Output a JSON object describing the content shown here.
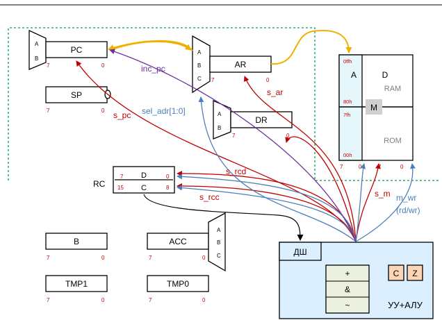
{
  "registers": {
    "pc": {
      "name": "PC",
      "lo": "7",
      "hi": "0",
      "mux_a": "A",
      "mux_b": "B"
    },
    "sp": {
      "name": "SP",
      "lo": "7",
      "hi": "0"
    },
    "ar": {
      "name": "AR",
      "lo": "7",
      "hi": "0",
      "mux_a": "A",
      "mux_b": "B",
      "mux_c": "C"
    },
    "dr": {
      "name": "DR",
      "lo": "7",
      "hi": "0",
      "mux_a": "A",
      "mux_b": "B"
    },
    "rc": {
      "name": "RC",
      "d": "D",
      "c": "C",
      "d_lo": "7",
      "d_hi": "0",
      "c_lo": "15",
      "c_hi": "8"
    },
    "b": {
      "name": "B",
      "lo": "7",
      "hi": "0"
    },
    "acc": {
      "name": "ACC",
      "lo": "7",
      "hi": "0",
      "mux_a": "A",
      "mux_b": "B",
      "mux_c": "C"
    },
    "tmp1": {
      "name": "TMP1",
      "lo": "7",
      "hi": "0"
    },
    "tmp0": {
      "name": "TMP0",
      "lo": "7",
      "hi": "0"
    }
  },
  "memory": {
    "a_label": "A",
    "d_label": "D",
    "m_label": "M",
    "ram": "RAM",
    "rom": "ROM",
    "addr_0ffh": "0ffh",
    "addr_80h": "80h",
    "addr_7fh": "7fh",
    "addr_00h": "00h",
    "a_lo": "7",
    "a_hi": "0",
    "d_lo": "7",
    "d_hi": "0"
  },
  "control_unit": {
    "decoder": "ДШ",
    "label": "УУ+АЛУ",
    "ops": [
      "+",
      "&",
      "~"
    ],
    "flag_c": "C",
    "flag_z": "Z"
  },
  "signals": {
    "inc_pc": "inc_pc",
    "sel_adr": "sel_adr[1:0]",
    "s_pc": "s_pc",
    "s_ar": "s_ar",
    "s_rcd": "s_rcd",
    "s_rcc": "s_rcc",
    "s_m": "s_m",
    "m_wr": "m_wr",
    "rd_wr": "(rd/wr)"
  },
  "colors": {
    "signal_red": "#c00000",
    "signal_blue": "#4a7ebb",
    "signal_purple": "#7030a0",
    "bus_orange": "#f0b000",
    "region_green": "#00a050",
    "cu_fill": "#dcefff",
    "flag_fill": "#fbd5b5",
    "memory_fill": "#e6f7fc",
    "m_fill": "#d0d0d0"
  }
}
